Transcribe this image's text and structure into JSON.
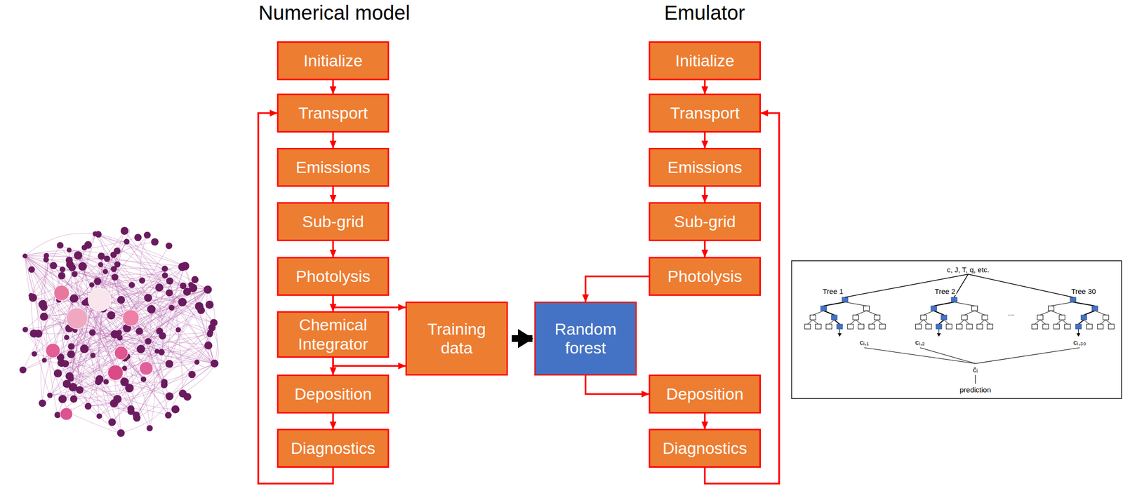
{
  "diagram": {
    "nodes": [
      {
        "text": [
          "Initialize"
        ]
      },
      {
        "text": [
          "Transport"
        ]
      },
      {
        "text": [
          "Emissions"
        ]
      },
      {
        "text": [
          "Sub-grid"
        ]
      },
      {
        "text": [
          "Photolysis"
        ]
      },
      {
        "text": [
          "Chemical Integrator"
        ]
      },
      {
        "text": [
          "Deposition"
        ]
      },
      {
        "text": [
          "Diagnostics"
        ]
      },
      {
        "text": [
          "Training data"
        ]
      },
      {
        "text": [
          "Random forest"
        ]
      },
      {
        "text": [
          "Initialize"
        ]
      },
      {
        "text": [
          "Transport"
        ]
      },
      {
        "text": [
          "Emissions"
        ]
      },
      {
        "text": [
          "Sub-grid"
        ]
      },
      {
        "text": [
          "Photolysis"
        ]
      },
      {
        "text": [
          "Deposition"
        ]
      },
      {
        "text": [
          "Diagnostics"
        ]
      }
    ],
    "edges": [
      {
        "from": 0,
        "to": 1,
        "arrow": "to"
      },
      {
        "from": 1,
        "to": 2,
        "arrow": "to"
      },
      {
        "from": 2,
        "to": 3,
        "arrow": "to"
      },
      {
        "from": 3,
        "to": 4,
        "arrow": "to"
      },
      {
        "from": 4,
        "to": 5,
        "arrow": "to"
      },
      {
        "from": 5,
        "to": 6,
        "arrow": "to"
      },
      {
        "from": 6,
        "to": 7,
        "arrow": "to"
      },
      {
        "from": 7,
        "to": 1,
        "arrow": "to"
      },
      {
        "from": 4,
        "to": 8,
        "arrow": "to"
      },
      {
        "from": 5,
        "to": 8,
        "arrow": "to"
      },
      {
        "from": 8,
        "to": 9,
        "arrow": "to"
      },
      {
        "from": 10,
        "to": 11,
        "arrow": "to"
      },
      {
        "from": 11,
        "to": 12,
        "arrow": "to"
      },
      {
        "from": 12,
        "to": 13,
        "arrow": "to"
      },
      {
        "from": 13,
        "to": 14,
        "arrow": "to"
      },
      {
        "from": 14,
        "to": 9,
        "arrow": "to"
      },
      {
        "from": 9,
        "to": 15,
        "arrow": "to"
      },
      {
        "from": 15,
        "to": 16,
        "arrow": "to"
      },
      {
        "from": 16,
        "to": 11,
        "arrow": "to"
      }
    ],
    "labels": [
      "Numerical model",
      "Emulator",
      "c, J, T, q, etc.",
      "Tree 1",
      "Tree 2",
      "...",
      "Tree 30",
      "cᵢ,₁",
      "cᵢ,₂",
      "cᵢ,₃₀",
      "c̄ᵢ",
      "prediction"
    ]
  }
}
